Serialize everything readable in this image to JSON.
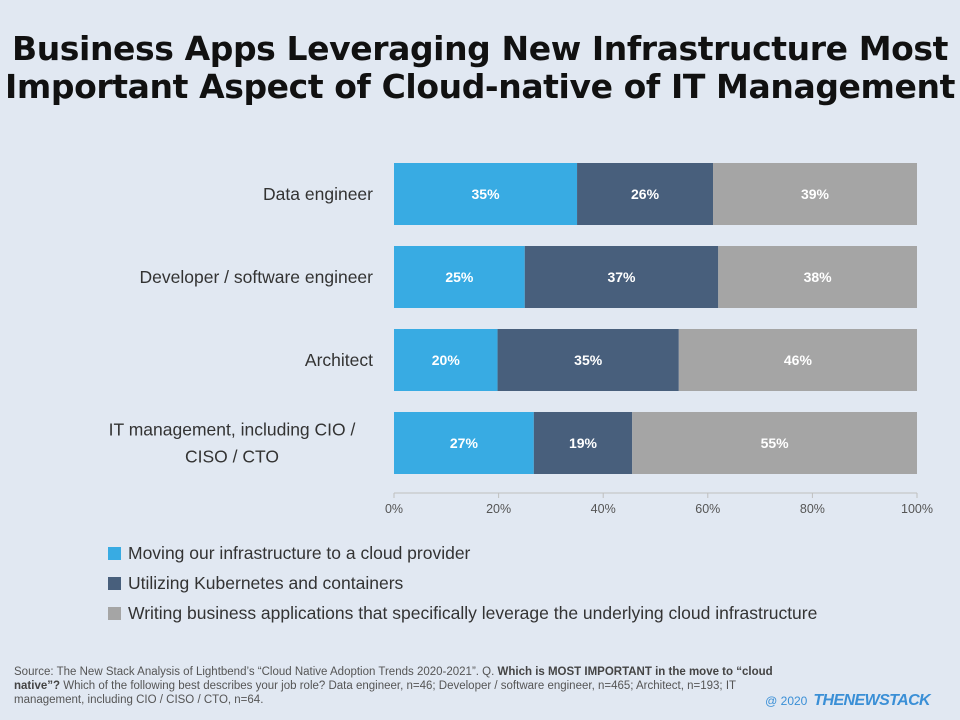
{
  "chart_data": {
    "type": "bar",
    "orientation": "horizontal",
    "stacked": true,
    "title_lines": [
      "Business Apps Leveraging New Infrastructure Most",
      "Important Aspect of Cloud-native of IT Management"
    ],
    "categories": [
      [
        "Data engineer"
      ],
      [
        "Developer / software engineer"
      ],
      [
        "Architect"
      ],
      [
        "IT management, including CIO /",
        "CISO / CTO"
      ]
    ],
    "series": [
      {
        "name": "Moving our infrastructure to a cloud provider",
        "color": "#38abe3",
        "values": [
          35,
          25,
          20,
          27
        ]
      },
      {
        "name": "Utilizing Kubernetes and containers",
        "color": "#485f7c",
        "values": [
          26,
          37,
          35,
          19
        ]
      },
      {
        "name": "Writing business applications that specifically leverage the underlying cloud infrastructure",
        "color": "#a5a5a5",
        "values": [
          39,
          38,
          46,
          55
        ]
      }
    ],
    "value_suffix": "%",
    "xlim": [
      0,
      100
    ],
    "xticks": [
      "0%",
      "20%",
      "40%",
      "60%",
      "80%",
      "100%"
    ],
    "legend_position": "bottom-left",
    "grid": false
  },
  "source_note": {
    "prefix": "Source: The New Stack Analysis of Lightbend’s “Cloud Native Adoption Trends 2020-2021”. Q. ",
    "question": "Which is MOST IMPORTANT in the move to “cloud native”?",
    "suffix": " Which of the following best describes your job role? Data engineer, n=46; Developer / software engineer, n=465; Architect, n=193; IT management, including CIO / CISO / CTO, n=64."
  },
  "brand": {
    "copyright": "@ 2020",
    "logo": "THENEWSTACK"
  }
}
